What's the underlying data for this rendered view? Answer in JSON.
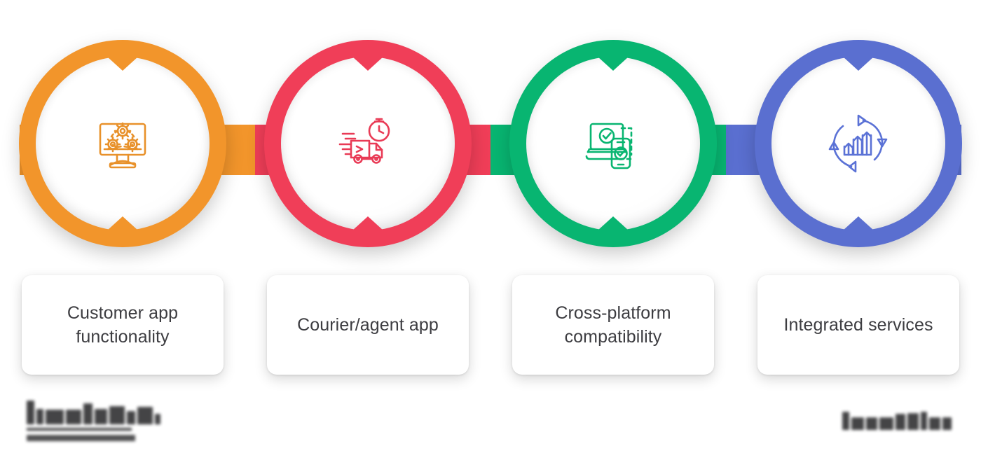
{
  "diagram": {
    "type": "process-steps",
    "step_count": 4,
    "background": "#ffffff",
    "band": {
      "name": "connector-band",
      "segments": [
        "#F2952B",
        "#F03E58",
        "#08B571",
        "#5A6FD0"
      ]
    },
    "steps": [
      {
        "index": 1,
        "color": "#F2952B",
        "icon": "monitor-gears-icon",
        "label": "Customer app functionality"
      },
      {
        "index": 2,
        "color": "#F03E58",
        "icon": "delivery-truck-clock-icon",
        "label": "Courier/agent app"
      },
      {
        "index": 3,
        "color": "#08B571",
        "icon": "laptop-phone-check-icon",
        "label": "Cross-platform compatibility"
      },
      {
        "index": 4,
        "color": "#5A6FD0",
        "icon": "circular-arrows-growth-icon",
        "label": "Integrated services"
      }
    ]
  },
  "footer": {
    "logo_left": {
      "name": "brand-logo-left",
      "state": "obscured",
      "color": "#2b2b2d"
    },
    "logo_right": {
      "name": "brand-logo-right",
      "state": "obscured",
      "color": "#2b2b2d"
    }
  }
}
